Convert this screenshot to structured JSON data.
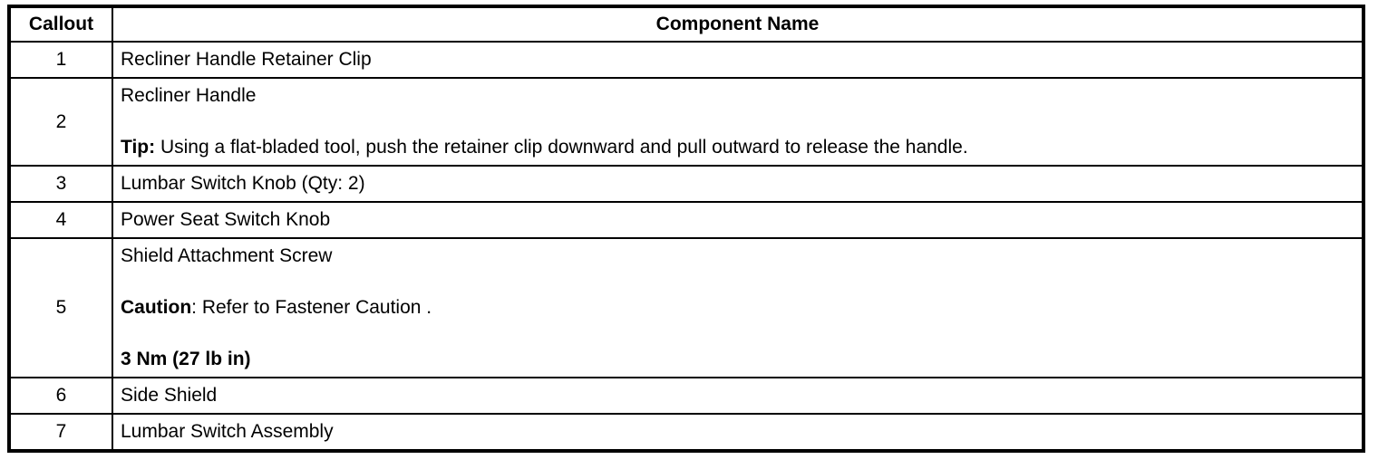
{
  "table": {
    "headers": [
      "Callout",
      "Component Name"
    ],
    "rows": [
      {
        "callout": "1",
        "paragraphs": [
          [
            {
              "text": "Recliner Handle Retainer Clip",
              "bold": false
            }
          ]
        ]
      },
      {
        "callout": "2",
        "paragraphs": [
          [
            {
              "text": "Recliner Handle",
              "bold": false
            }
          ],
          [
            {
              "text": "Tip:",
              "bold": true
            },
            {
              "text": " Using a flat-bladed tool, push the retainer clip downward and pull outward to release the handle.",
              "bold": false
            }
          ]
        ]
      },
      {
        "callout": "3",
        "paragraphs": [
          [
            {
              "text": "Lumbar Switch Knob (Qty: 2)",
              "bold": false
            }
          ]
        ]
      },
      {
        "callout": "4",
        "paragraphs": [
          [
            {
              "text": "Power Seat Switch Knob",
              "bold": false
            }
          ]
        ]
      },
      {
        "callout": "5",
        "paragraphs": [
          [
            {
              "text": "Shield Attachment Screw",
              "bold": false
            }
          ],
          [
            {
              "text": "Caution",
              "bold": true
            },
            {
              "text": ": Refer to Fastener Caution .",
              "bold": false
            }
          ],
          [
            {
              "text": "3 Nm (27 lb in)",
              "bold": true
            }
          ]
        ]
      },
      {
        "callout": "6",
        "paragraphs": [
          [
            {
              "text": "Side Shield",
              "bold": false
            }
          ]
        ]
      },
      {
        "callout": "7",
        "paragraphs": [
          [
            {
              "text": "Lumbar Switch Assembly",
              "bold": false
            }
          ]
        ]
      }
    ]
  }
}
